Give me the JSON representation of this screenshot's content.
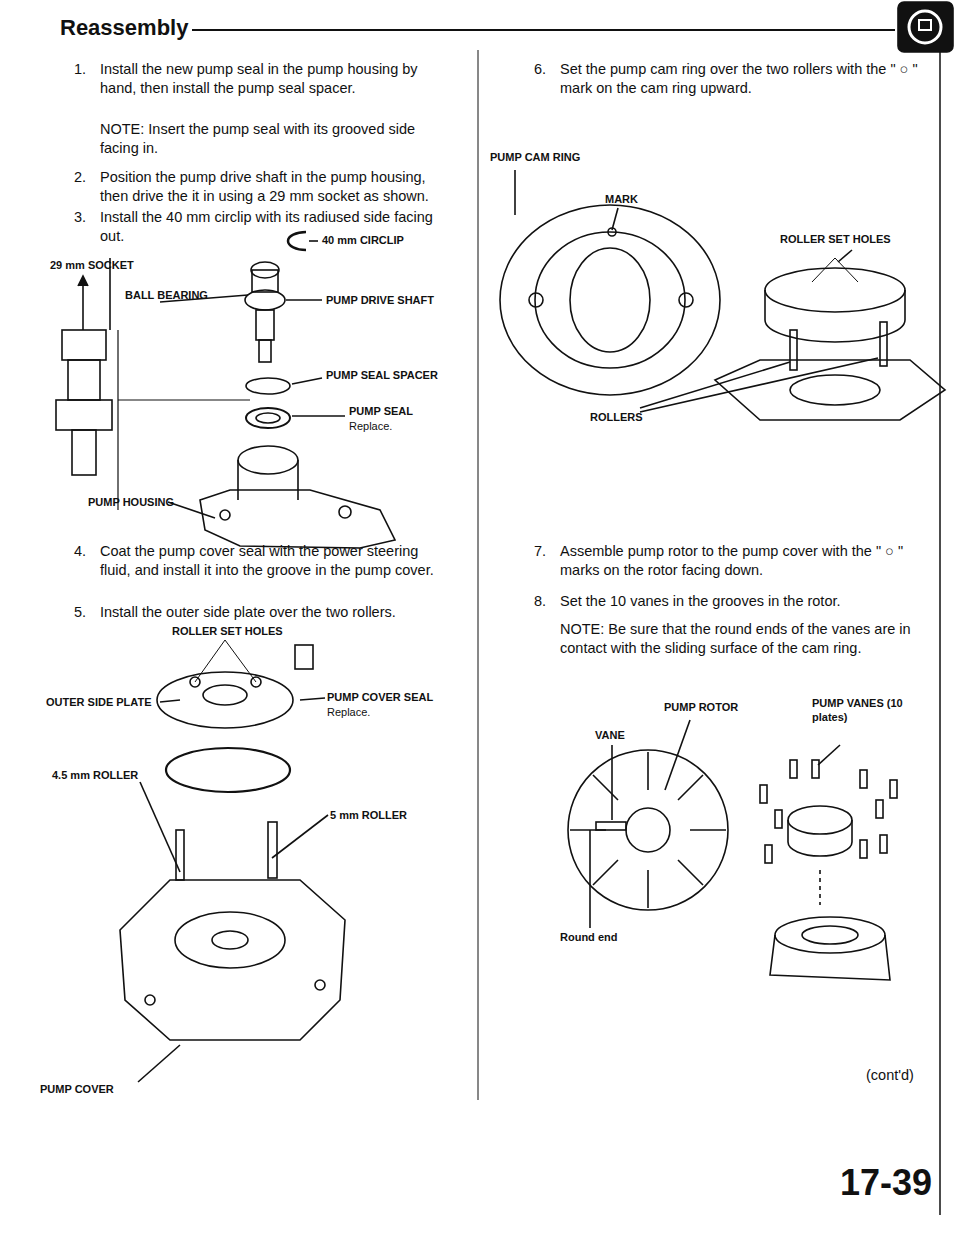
{
  "diagram": {
    "title": "Reassembly",
    "labels": [
      "1.",
      "Install the new pump seal in the pump housing by hand, then install the pump seal spacer.",
      "NOTE: Insert the pump seal with its grooved side facing in.",
      "2.",
      "Position the pump drive shaft in the pump housing, then drive the it in using a 29 mm socket as shown.",
      "3.",
      "Install the 40 mm circlip with its radiused side facing out.",
      "40 mm CIRCLIP",
      "29 mm SOCKET",
      "BALL BEARING",
      "PUMP DRIVE SHAFT",
      "PUMP SEAL SPACER",
      "PUMP SEAL",
      "Replace.",
      "PUMP HOUSING",
      "4.",
      "Coat the pump cover seal with the power steering fluid, and install it into the groove in the pump cover.",
      "5.",
      "Install the outer side plate over the two rollers.",
      "ROLLER SET HOLES",
      "OUTER SIDE PLATE",
      "PUMP COVER SEAL",
      "Replace.",
      "4.5 mm ROLLER",
      "5 mm ROLLER",
      "PUMP COVER",
      "6.",
      "Set the pump cam ring over the two rollers with the \" ○ \" mark on the cam ring upward.",
      "PUMP CAM RING",
      "MARK",
      "ROLLER SET HOLES",
      "ROLLERS",
      "7.",
      "Assemble pump rotor to the pump cover with the \" ○ \" marks on the rotor facing down.",
      "8.",
      "Set the 10 vanes in the grooves in the rotor.",
      "NOTE: Be sure that the round ends of the vanes are in contact with the sliding surface of the cam ring.",
      "PUMP ROTOR",
      "PUMP VANES (10 plates)",
      "VANE",
      "Round end",
      "(cont'd)",
      "17-39"
    ]
  }
}
